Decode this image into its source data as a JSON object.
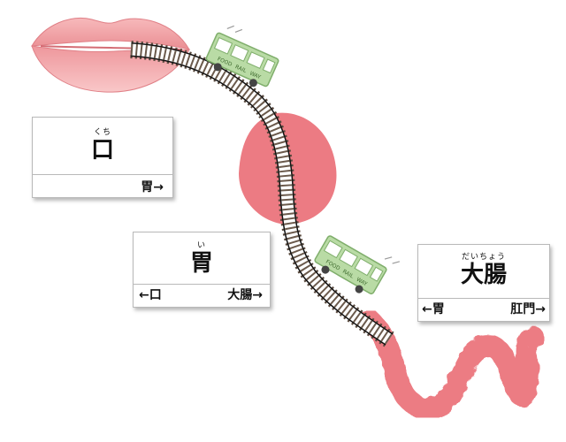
{
  "colors": {
    "organ": "#ec7b83",
    "lip": "#f3a7a9",
    "track_rail": "#111111",
    "track_tie": "#5a4a3e",
    "train_body": "#b9dba5",
    "train_outline": "#7fae6b"
  },
  "train_labels": [
    "FOOD",
    "RAIL",
    "WAY"
  ],
  "signs": {
    "mouth": {
      "reading": "くち",
      "name": "口",
      "next": "胃→"
    },
    "stomach": {
      "reading": "い",
      "name": "胃",
      "prev": "←口",
      "next": "大腸→"
    },
    "intestine": {
      "reading": "だいちょう",
      "name": "大腸",
      "prev": "←胃",
      "next": "肛門→"
    }
  },
  "icons": [
    "lips-icon",
    "stomach-icon",
    "intestine-icon",
    "train-icon",
    "railway-track-icon"
  ]
}
